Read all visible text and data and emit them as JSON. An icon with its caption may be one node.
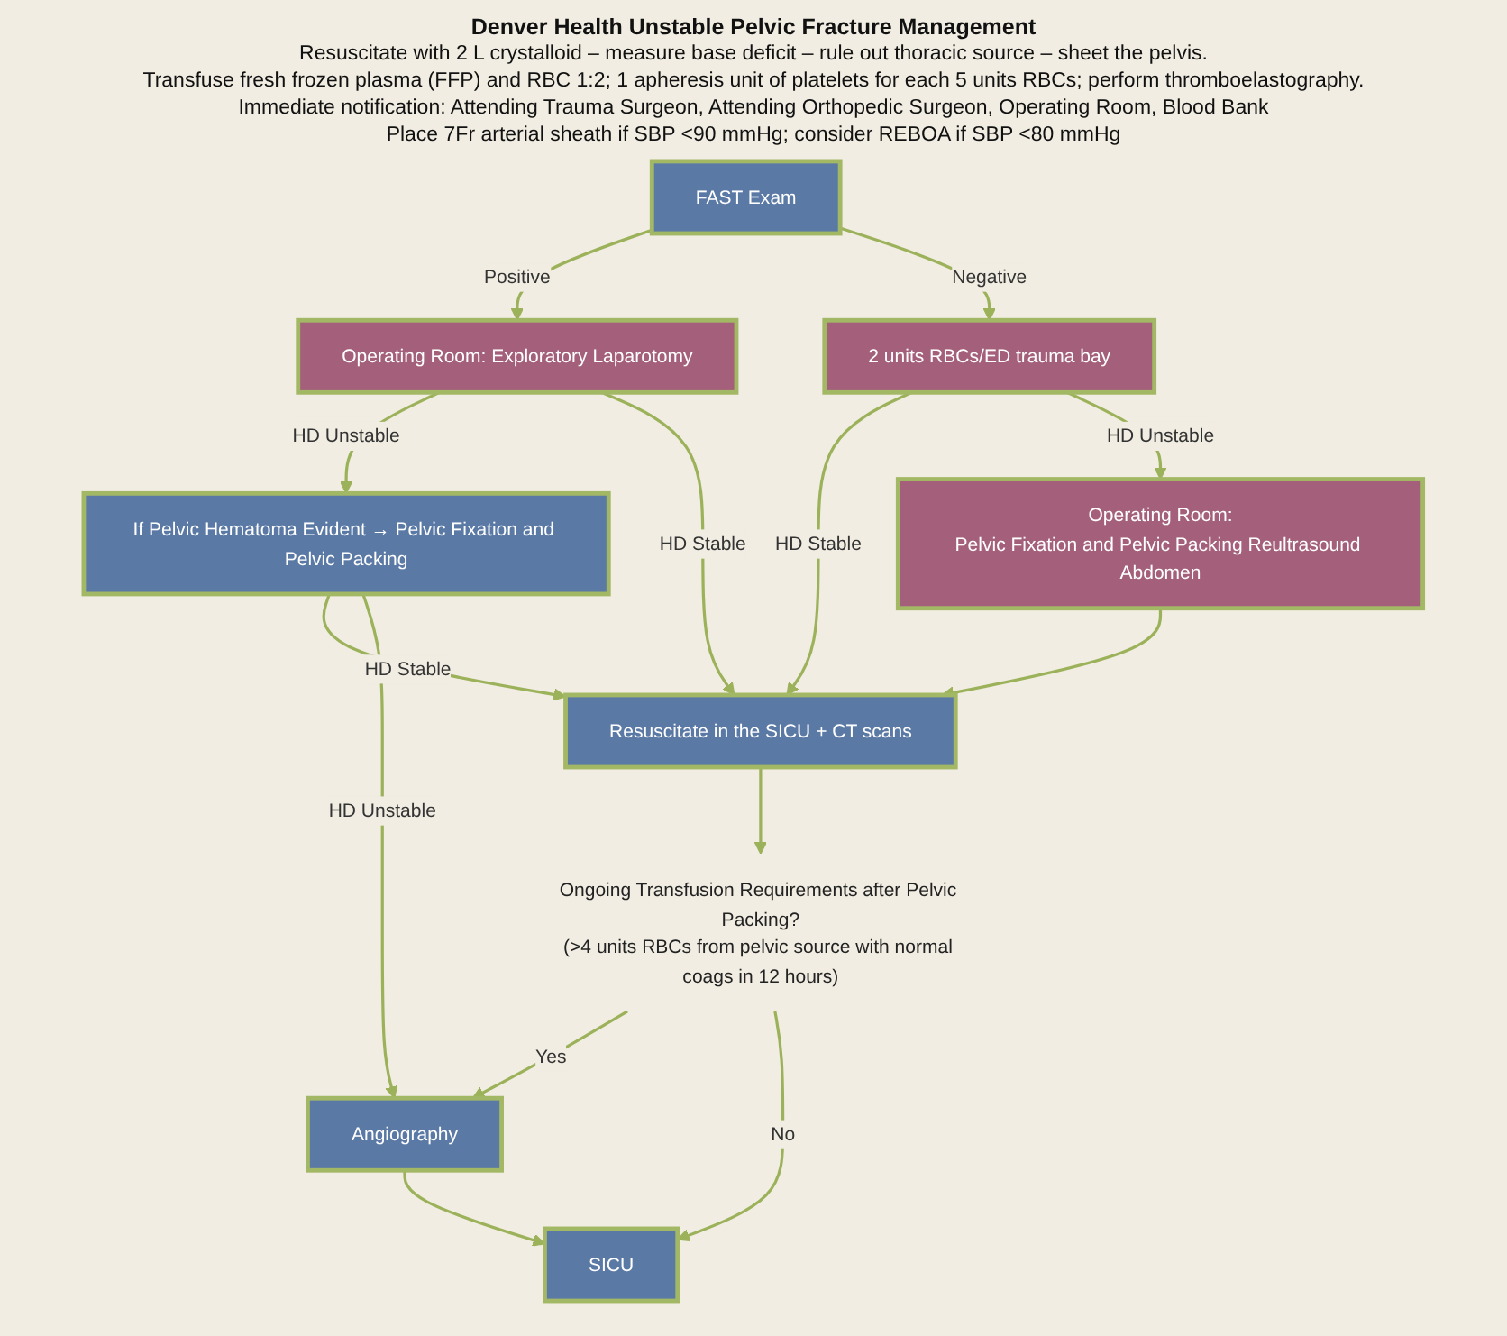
{
  "diagram": {
    "title": "Denver Health Unstable Pelvic Fracture Management",
    "nodes": [
      {
        "text": [
          "FAST Exam"
        ]
      },
      {
        "text": [
          "Operating Room: Exploratory Laparotomy"
        ]
      },
      {
        "text": [
          "2 units RBCs/ED trauma bay"
        ]
      },
      {
        "text": [
          "If Pelvic Hematoma Evident → Pelvic Fixation and Pelvic Packing"
        ]
      },
      {
        "text": [
          "Resuscitate in the SICU + CT scans"
        ]
      },
      {
        "text": [
          "Operating Room:",
          "Pelvic Fixation and Pelvic Packing Reultrasound Abdomen"
        ]
      },
      {
        "text": [
          "Ongoing Transfusion Requirements after Pelvic Packing?",
          "(>4 units RBCs from pelvic source with normal coags in 12 hours)"
        ]
      },
      {
        "text": [
          "Angiography"
        ]
      },
      {
        "text": [
          "SICU"
        ]
      }
    ],
    "edges": [
      {
        "from": 0,
        "to": 1,
        "arrow": "to",
        "label": "Positive"
      },
      {
        "from": 0,
        "to": 2,
        "arrow": "to",
        "label": "Negative"
      },
      {
        "from": 1,
        "to": 3,
        "arrow": "to",
        "label": "HD Unstable"
      },
      {
        "from": 1,
        "to": 4,
        "arrow": "to",
        "label": "HD Stable"
      },
      {
        "from": 2,
        "to": 4,
        "arrow": "to",
        "label": "HD Stable"
      },
      {
        "from": 2,
        "to": 5,
        "arrow": "to",
        "label": "HD Unstable"
      },
      {
        "from": 3,
        "to": 4,
        "arrow": "to",
        "label": "HD Stable"
      },
      {
        "from": 3,
        "to": 7,
        "arrow": "to",
        "label": "HD Unstable"
      },
      {
        "from": 5,
        "to": 4,
        "arrow": "to"
      },
      {
        "from": 4,
        "to": 6,
        "arrow": "to"
      },
      {
        "from": 6,
        "to": 7,
        "arrow": "to",
        "label": "Yes"
      },
      {
        "from": 6,
        "to": 8,
        "arrow": "to",
        "label": "No"
      },
      {
        "from": 7,
        "to": 8,
        "arrow": "to"
      }
    ],
    "labels": [
      "Resuscitate with 2 L crystalloid – measure base deficit – rule out thoracic source – sheet the pelvis.",
      "Transfuse fresh frozen plasma (FFP) and RBC 1:2; 1 apheresis unit of platelets for each 5 units RBCs; perform thromboelastography.",
      "Immediate notification: Attending Trauma Surgeon, Attending Orthopedic Surgeon, Operating Room, Blood Bank",
      "Place 7Fr arterial sheath if SBP <90 mmHg; consider REBOA if SBP <80 mmHg"
    ]
  }
}
